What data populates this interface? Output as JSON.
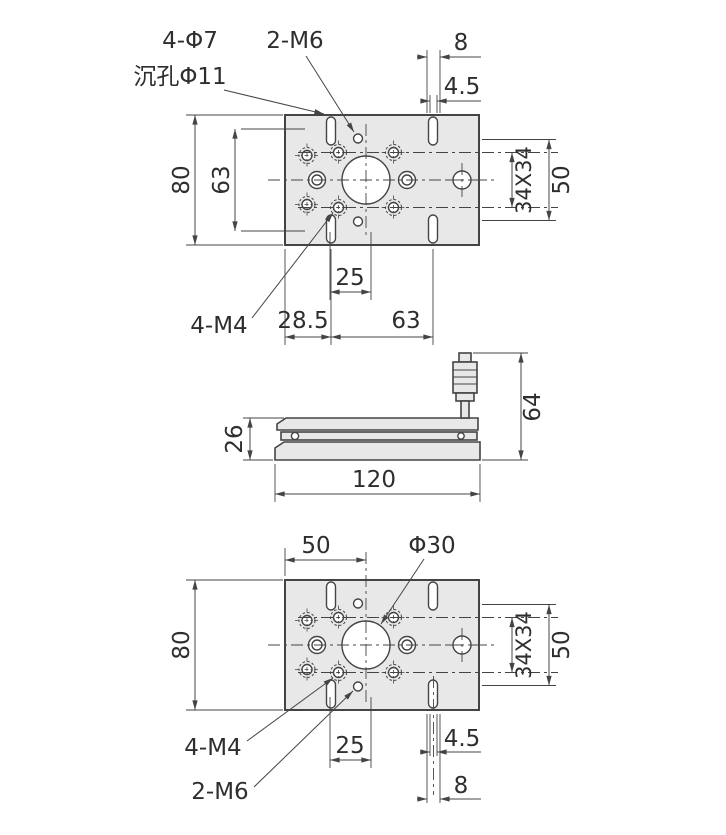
{
  "drawing": {
    "colors": {
      "line": "#444444",
      "part_fill": "#e8e8e8",
      "background": "#ffffff"
    },
    "top_view": {
      "label_4phi7": "4-Φ7",
      "label_counterbore": "沉孔Φ11",
      "label_2m6": "2-M6",
      "dim_8": "8",
      "dim_4_5": "4.5",
      "dim_80": "80",
      "dim_63_vertical": "63",
      "dim_34x34": "34X34",
      "dim_50": "50",
      "dim_25": "25",
      "label_4m4": "4-M4",
      "dim_28_5": "28.5",
      "dim_63_horizontal": "63"
    },
    "side_view": {
      "dim_26": "26",
      "dim_64": "64",
      "dim_120": "120"
    },
    "bottom_view": {
      "dim_50_top": "50",
      "label_phi30": "Φ30",
      "dim_80": "80",
      "dim_34x34": "34X34",
      "dim_50_right": "50",
      "dim_25": "25",
      "dim_4_5": "4.5",
      "dim_8": "8",
      "label_4m4": "4-M4",
      "label_2m6": "2-M6"
    }
  }
}
